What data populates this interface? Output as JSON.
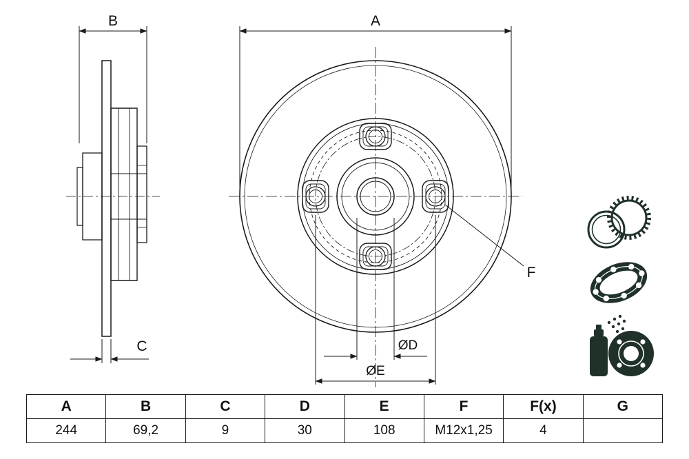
{
  "drawing": {
    "title": "brake-disc-technical-drawing",
    "labels": {
      "A": "A",
      "B": "B",
      "C": "C",
      "F": "F",
      "dD": "ØD",
      "dE": "ØE"
    }
  },
  "icons": [
    {
      "name": "abs-tone-ring-icon"
    },
    {
      "name": "wheel-bearing-icon"
    },
    {
      "name": "coated-disc-spray-icon"
    }
  ],
  "table": {
    "headers": [
      "A",
      "B",
      "C",
      "D",
      "E",
      "F",
      "F(x)",
      "G"
    ],
    "values": [
      "244",
      "69,2",
      "9",
      "30",
      "108",
      "M12x1,25",
      "4",
      ""
    ]
  },
  "colors": {
    "line": "#1a1a1a",
    "background": "#ffffff",
    "icon": "#20312a"
  }
}
